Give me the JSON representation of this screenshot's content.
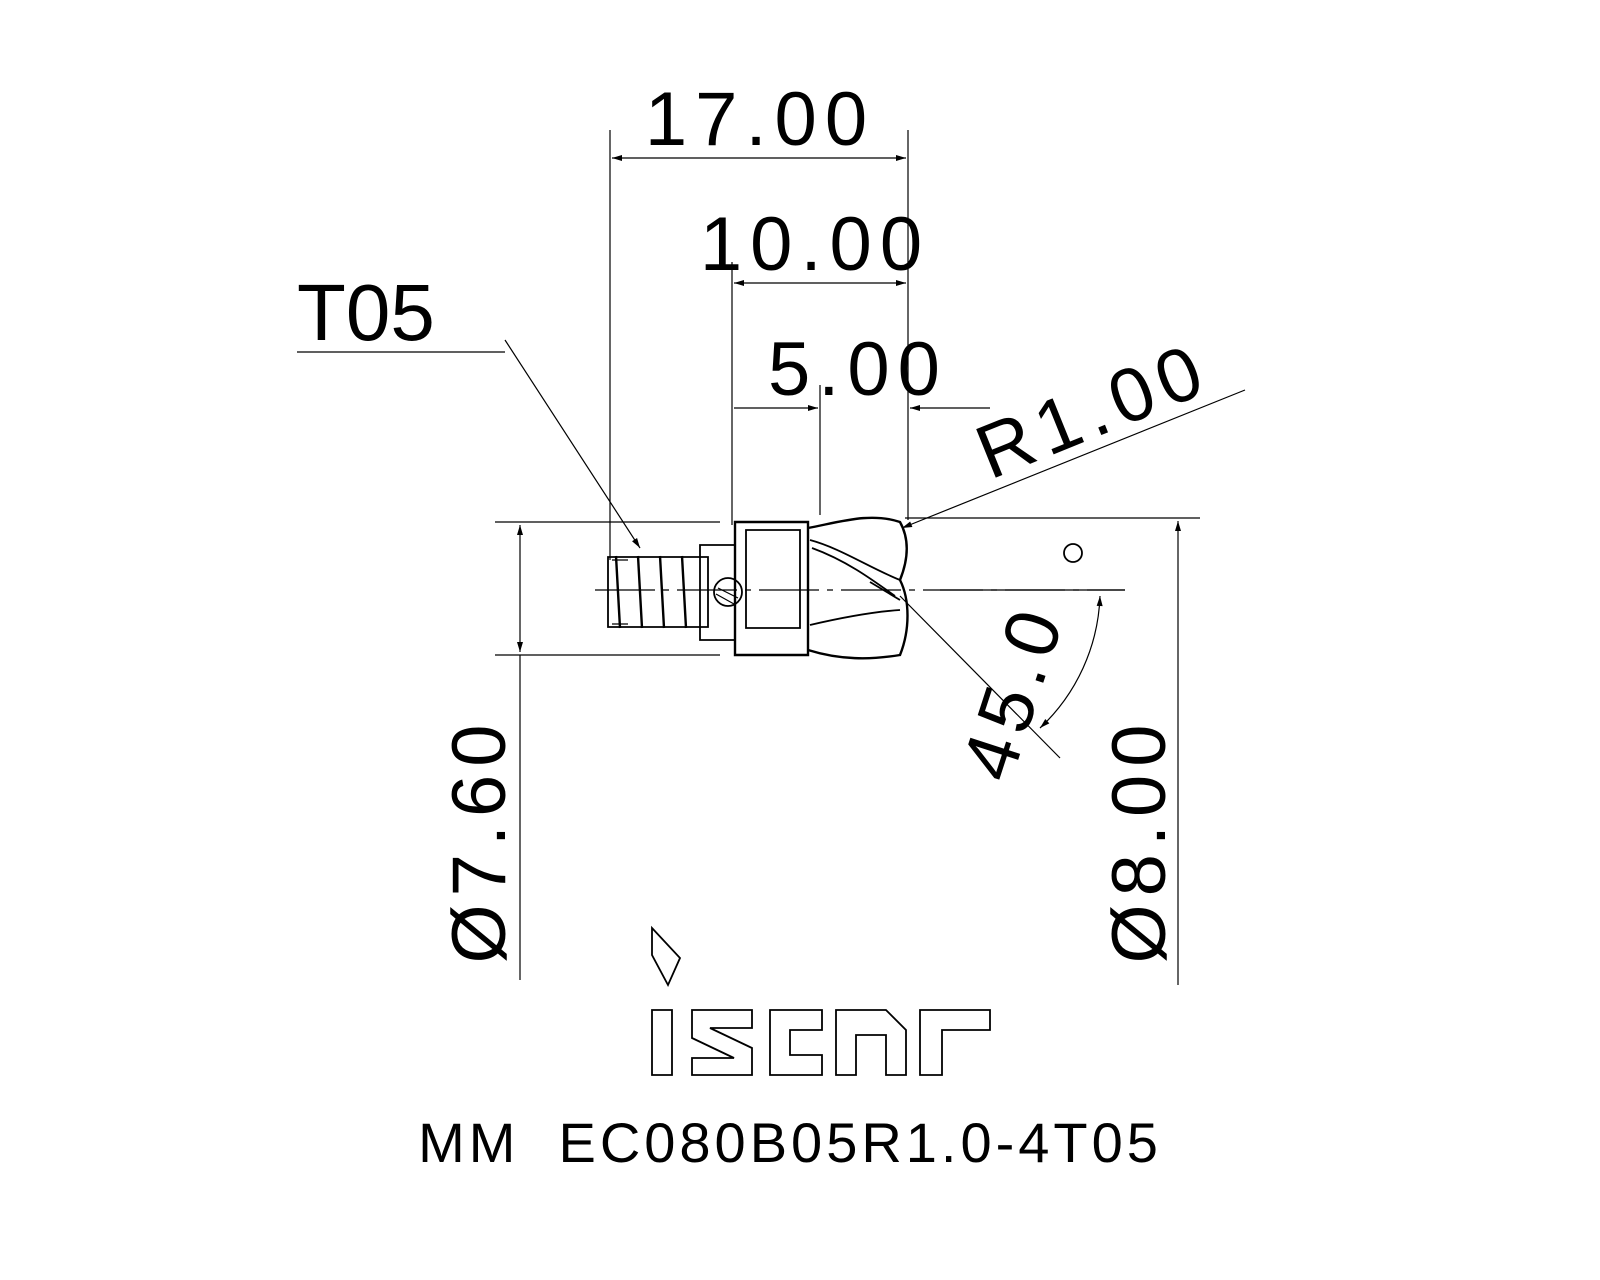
{
  "dimensions": {
    "overall_length": "17.00",
    "head_length": "10.00",
    "flat_length": "5.00",
    "corner_radius": "R1.00",
    "thread": "T05",
    "neck_diameter": "Ø7.60",
    "cutting_diameter": "Ø8.00",
    "chamfer_angle": "45.0",
    "degree_symbol": "°"
  },
  "brand": {
    "logo_text": "iscar"
  },
  "part_number": "MM  EC080B05R1.0-4T05",
  "colors": {
    "line": "#000000",
    "background": "#ffffff"
  }
}
